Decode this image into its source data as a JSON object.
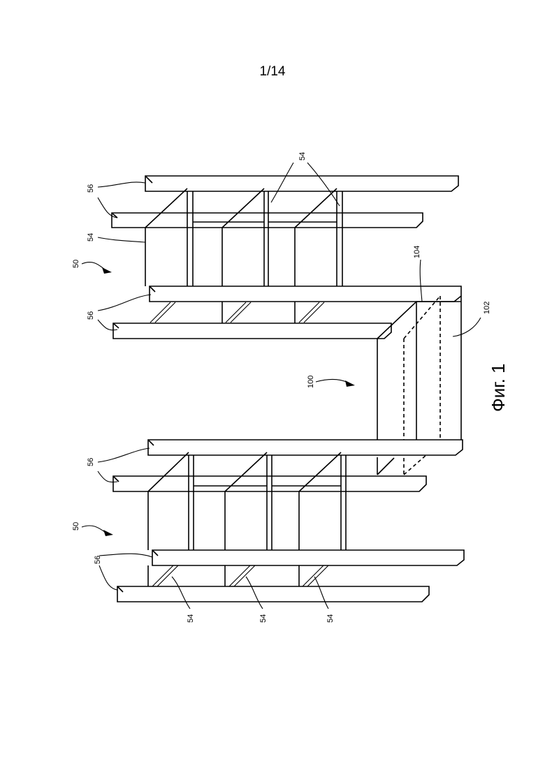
{
  "page": {
    "number": "1/14"
  },
  "figure": {
    "caption": "Фиг. 1",
    "labels": {
      "rack_top": "50",
      "rack_bottom": "50",
      "rail": "56",
      "shelf": "54",
      "transfer": "100",
      "base": "102",
      "chute": "104"
    }
  }
}
